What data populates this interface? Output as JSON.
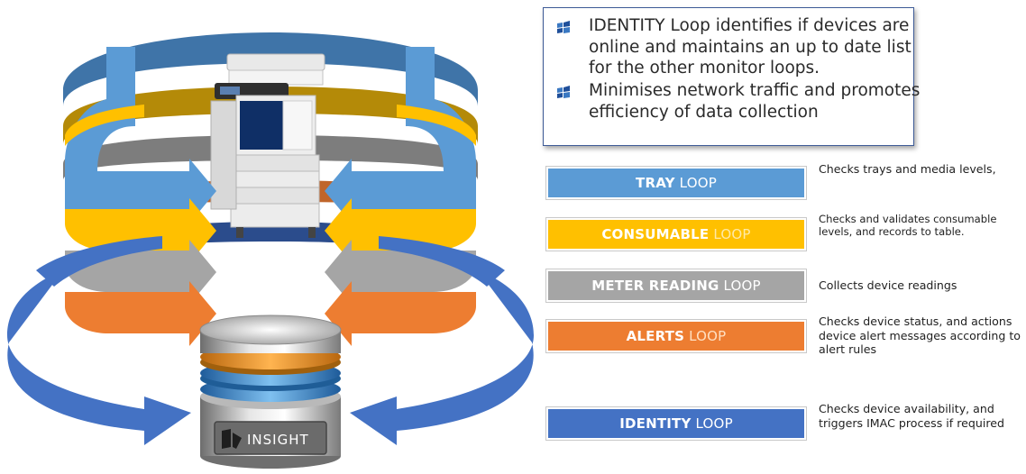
{
  "callout": {
    "bullets": [
      "IDENTITY Loop identifies if devices are online and maintains an up to date list for the other monitor loops.",
      "Minimises network traffic and promotes efficiency of data collection"
    ]
  },
  "loops": [
    {
      "bold": "TRAY",
      "word": "LOOP",
      "word_color": "#ffffff",
      "color": "#5b9bd5",
      "description": "Checks trays and media levels,"
    },
    {
      "bold": "CONSUMABLE",
      "word": "LOOP",
      "word_color": "#ffe9a8",
      "color": "#ffc000",
      "description": "Checks and validates consumable levels, and records to table."
    },
    {
      "bold": "METER READING",
      "word": "LOOP",
      "word_color": "#ffffff",
      "color": "#a5a5a5",
      "description": "Collects device readings"
    },
    {
      "bold": "ALERTS",
      "word": "LOOP",
      "word_color": "#ffe0c2",
      "color": "#ed7d31",
      "description": "Checks device status, and actions device alert messages according to alert rules"
    },
    {
      "bold": "IDENTITY",
      "word": "LOOP",
      "word_color": "#ffffff",
      "color": "#4472c4",
      "description": "Checks device availability, and triggers IMAC process if required"
    }
  ],
  "logo": {
    "text": "INSIGHT"
  },
  "icons": {
    "bullet": "windows-flag-icon",
    "printer": "printer-icon",
    "database": "database-icon"
  }
}
